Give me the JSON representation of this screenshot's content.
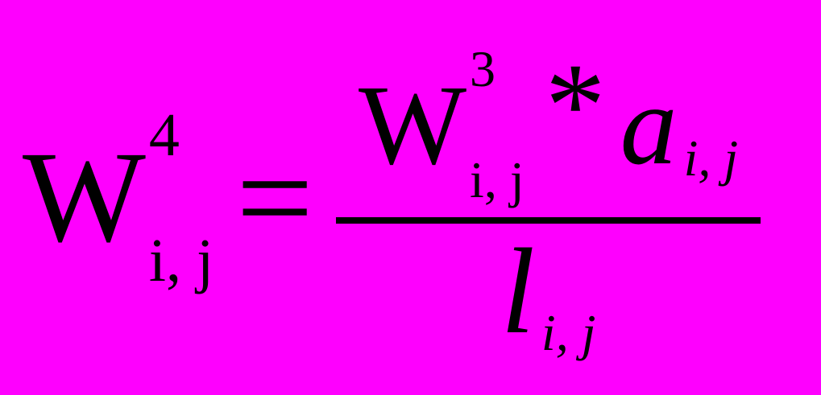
{
  "colors": {
    "background": "#FE00FE",
    "text": "#000000"
  },
  "formula": {
    "reading": "W^4_(i,j) = (W^3_(i,j) * a_(i,j)) / l_(i,j)",
    "lhs": {
      "base": "W",
      "superscript": "4",
      "subscript": "i, j"
    },
    "relation": "=",
    "numerator": {
      "w": {
        "base": "W",
        "superscript": "3",
        "subscript": "i, j"
      },
      "operator": "*",
      "a": {
        "base": "a",
        "subscript": "i, j"
      }
    },
    "denominator": {
      "base": "l",
      "subscript": "i, j"
    }
  }
}
